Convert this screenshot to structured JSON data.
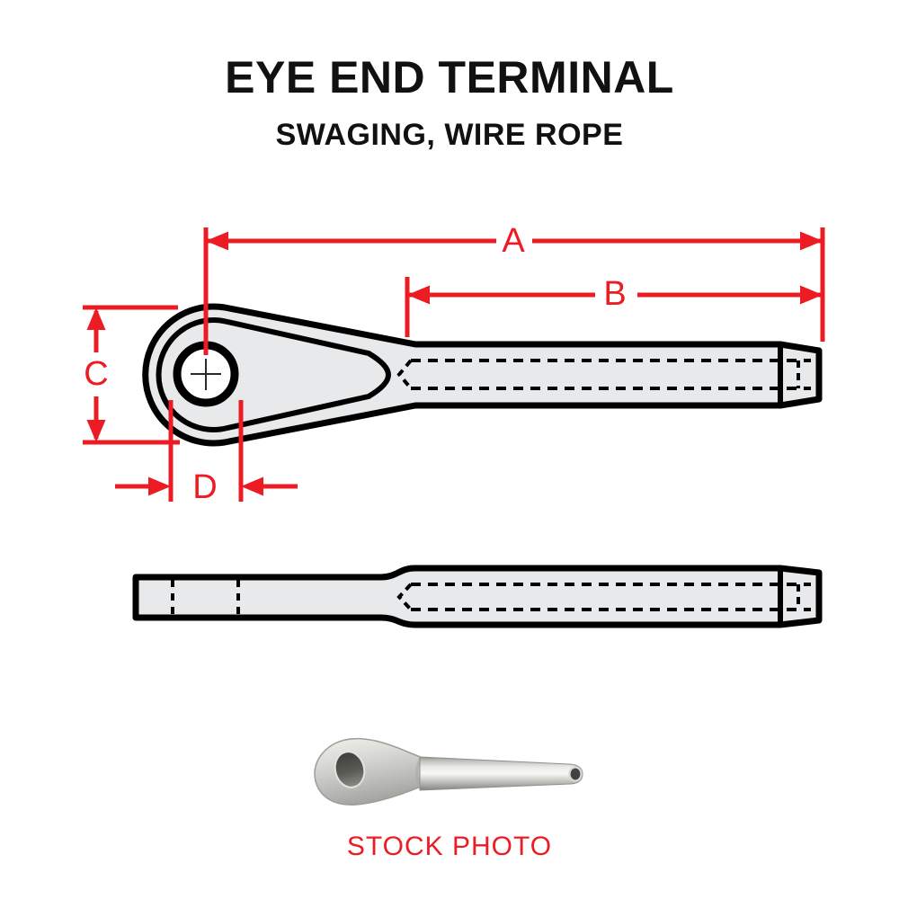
{
  "title": "EYE END TERMINAL",
  "subtitle": "SWAGING, WIRE ROPE",
  "diagram": {
    "dimension_labels": {
      "a": "A",
      "b": "B",
      "c": "C",
      "d": "D"
    }
  },
  "stock_photo_label": "STOCK PHOTO",
  "colors": {
    "dimension_red": "#EC1C24",
    "outline_black": "#000000",
    "part_fill": "#E8E9EA",
    "text_black": "#111111",
    "photo_metal": "#C9C9C5"
  }
}
